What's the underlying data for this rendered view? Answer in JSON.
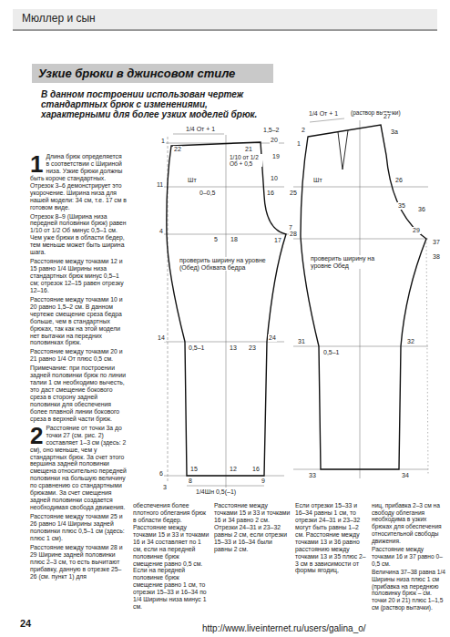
{
  "diagram": {
    "title": "Узкие брюки в джинсовом стиле",
    "labels": [
      "Мюллер и сын",
      "24",
      "В данном построении использован чертеж стандартных брюк с изменениями, характерными для более узких моделей брюк.",
      "1",
      "Длина брюк определяется в соответствии с Шириной низа. Узкие брюки должны быть короче стандартных. Отрезок 3–6 демонстрирует это укорочение. Ширина низа для нашей модели: 34 см, т.е. 17 см в готовом виде.",
      "Отрезок 8–9 (Ширина низа передней половинки брюк) равен 1/10 от 1/2 Об минус 0,5–1 см. Чем уже брюки в области бедер, тем меньше может быть ширина шага.",
      "Расстояние между точками 12 и 15 равно 1/4 Ширины низа стандартных брюк минус 0,5–1 см; отрезок 12–15 равен отрезку 12–16.",
      "Расстояние между точками 10 и 20 равно 1,5–2 см. В данном чертеже смещение среза бедра больше, чем в стандартных брюках, так как на этой модели нет вытачки на передних половинках брюк.",
      "Расстояние между точками 20 и 21 равно 1/4 От плюс 0,5 см.",
      "Примечание: при построении задней половинки брюк по линии талии 1 см необходимо вычесть, это даст смещение бокового среза в сторону задней половинки для обеспечения более плавной линии бокового среза в верхней части брюк.",
      "2",
      "Расстояние от точки 3а до точки 27 (см. рис. 2) составляет 1–3 см (здесь: 2 см), оно меньше, чем у стандартных брюк. За счет этого вершина задней половинки смещена относительно передней половинки на большую величину по сравнению со стандартными брюками. За счет смещения задней половинки создается необходимая свобода движения.",
      "Расстояние между точками 25 и 26 равно 1/4 Ширины задней половинки плюс 0,5–1 см (здесь: плюс 1 см).",
      "Расстояние между точками 28 и 29 Ширине задней половинки плюс 2–3 см, то есть вычитают прибавку, данную в отрезке 25–26 (см. пункт 1) для",
      "обеспечения более плотного облегания брюк в области бедер. Расстояние между точками 15 и 33 и точками 16 и 34 составляет по 1 см, если на передней половинке брюк смещение равно 0,5 см. Если на передней половинке брюк смещение равно 1 см, то отрезки 15–33 и 16–34 по 1/4 Ширины низа минус 1 см.",
      "Расстояние между точками 15 и 33 и точками 16 и 34 равно 2 см. Отрезки 24–31 и 23–32 равны 2 см, если отрезки 15–33 и 16–34 были равны 2 см.",
      "Если отрезки 15–33 и 16–34 равны 1 см, то отрезки 24–31 и 23–32 могут быть равны 1–2 см. Расстояние между точками 13 и 36 равно расстоянию между точками 13 и 35 плюс 2–3 см в зависимости от формы ягодиц,",
      "ниц, прибавка 2–3 см на свободу облегания необходима в узких брюках для обеспечения относительной свободы движения.",
      "Расстояние между точками 16 и 37 равно 0–0,5 см.",
      "Величина 37–38 равна 1/4 Ширины низа плюс 1 см (прибавка на переднюю половинку брюк – см. точки 20 и 21) плюс 1–1,5 см (раствор вытачки).",
      "1/4 От + 1",
      "1,5–2",
      "1",
      "22",
      "21",
      "20",
      "19",
      "10",
      "1/10 от 1/2 Об + 0,5",
      "Шт",
      "0–0,5",
      "11",
      "16",
      "4",
      "5",
      "18",
      "17",
      "7",
      "проверить ширину на уровне (Обед) Обхвата бедра",
      "14",
      "24",
      "0,5–1",
      "13",
      "23",
      "15",
      "12",
      "16",
      "6",
      "8",
      "9",
      "1/4Шн 0,5(–1)",
      "3",
      "1/4 От + 1",
      "(раствор вытачки)",
      "2",
      "1",
      "27",
      "3а",
      "Шт",
      "25",
      "26",
      "проверить ширину на уровне Обед",
      "28",
      "29",
      "35",
      "36",
      "37",
      "38",
      "31",
      "32",
      "0,5–1",
      "33",
      "34",
      "http://www.liveinternet.ru/users/galina_o/"
    ]
  }
}
